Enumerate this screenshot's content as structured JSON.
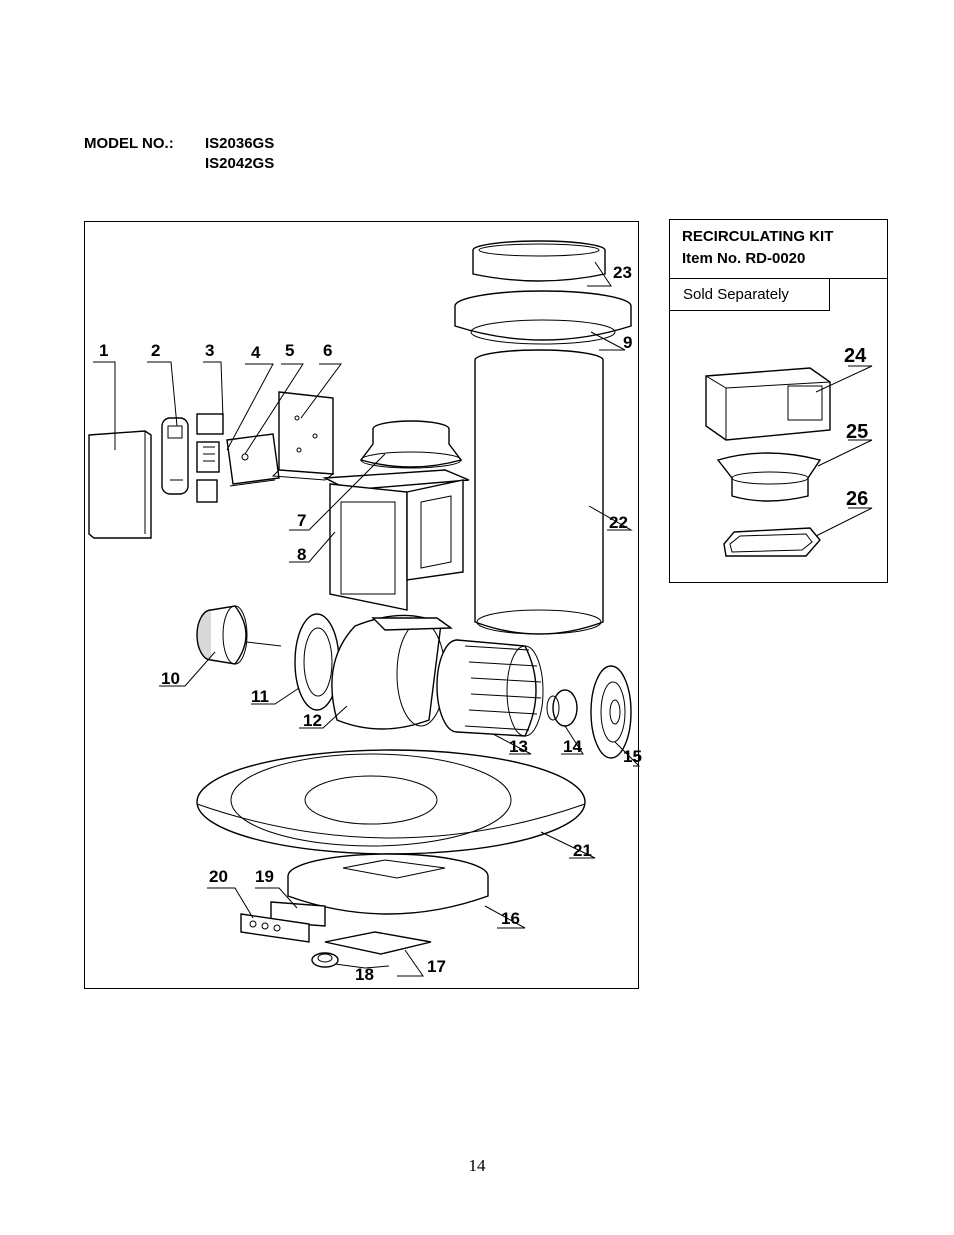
{
  "header": {
    "model_label": "MODEL NO.:",
    "models": [
      "IS2036GS",
      "IS2042GS"
    ]
  },
  "diagram": {
    "callouts": {
      "p1": "1",
      "p2": "2",
      "p3": "3",
      "p4": "4",
      "p5": "5",
      "p6": "6",
      "p7": "7",
      "p8": "8",
      "p9": "9",
      "p10": "10",
      "p11": "11",
      "p12": "12",
      "p13": "13",
      "p14": "14",
      "p15": "15",
      "p16": "16",
      "p17": "17",
      "p18": "18",
      "p19": "19",
      "p20": "20",
      "p21": "21",
      "p22": "22",
      "p23": "23"
    }
  },
  "kit": {
    "title": "RECIRCULATING KIT",
    "item": "Item No. RD-0020",
    "note": "Sold Separately",
    "callouts": {
      "p24": "24",
      "p25": "25",
      "p26": "26"
    }
  },
  "footer": {
    "page_number": "14"
  }
}
